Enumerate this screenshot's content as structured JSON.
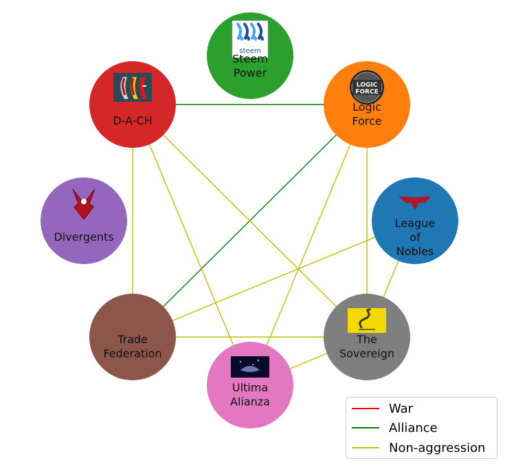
{
  "colors": {
    "war": "#ff0000",
    "alliance": "#008000",
    "non_aggression": "#bfbf00"
  },
  "nodes": {
    "steem_power": {
      "lines": [
        "Steem",
        "Power"
      ],
      "color": "#2ca02c",
      "logo_text": "steem"
    },
    "logic_force": {
      "lines": [
        "Logic",
        "Force"
      ],
      "color": "#ff7f0e",
      "logo_text": [
        "LOGIC",
        "FORCE"
      ]
    },
    "dach": {
      "lines": [
        "D-A-CH"
      ],
      "color": "#d62728"
    },
    "divergents": {
      "lines": [
        "Divergents"
      ],
      "color": "#9467bd"
    },
    "league_of_nobles": {
      "lines": [
        "League",
        "of",
        "Nobles"
      ],
      "color": "#1f77b4"
    },
    "trade_federation": {
      "lines": [
        "Trade",
        "Federation"
      ],
      "color": "#8c564b"
    },
    "the_sovereign": {
      "lines": [
        "The",
        "Sovereign"
      ],
      "color": "#7f7f7f"
    },
    "ultima_alianza": {
      "lines": [
        "Ultima",
        "Alianza"
      ],
      "color": "#e377c2"
    }
  },
  "edges": [
    {
      "from": "dach",
      "to": "logic_force",
      "type": "alliance"
    },
    {
      "from": "logic_force",
      "to": "trade_federation",
      "type": "alliance"
    },
    {
      "from": "dach",
      "to": "trade_federation",
      "type": "non_aggression"
    },
    {
      "from": "dach",
      "to": "ultima_alianza",
      "type": "non_aggression"
    },
    {
      "from": "dach",
      "to": "the_sovereign",
      "type": "non_aggression"
    },
    {
      "from": "logic_force",
      "to": "the_sovereign",
      "type": "non_aggression"
    },
    {
      "from": "logic_force",
      "to": "ultima_alianza",
      "type": "non_aggression"
    },
    {
      "from": "league_of_nobles",
      "to": "trade_federation",
      "type": "non_aggression"
    },
    {
      "from": "league_of_nobles",
      "to": "the_sovereign",
      "type": "non_aggression"
    },
    {
      "from": "trade_federation",
      "to": "the_sovereign",
      "type": "non_aggression"
    },
    {
      "from": "ultima_alianza",
      "to": "the_sovereign",
      "type": "non_aggression"
    }
  ],
  "legend": {
    "war": "War",
    "alliance": "Alliance",
    "non_aggression": "Non-aggression"
  }
}
